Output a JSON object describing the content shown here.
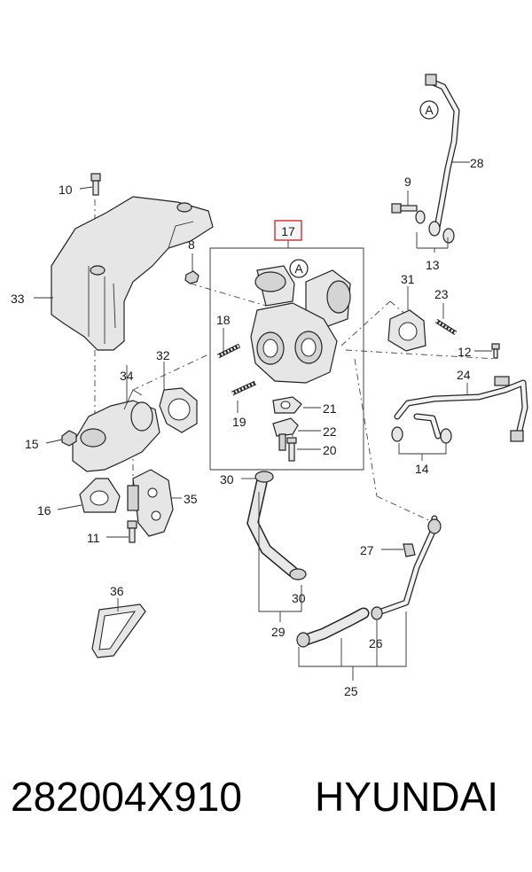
{
  "callouts": {
    "c8": "8",
    "c9": "9",
    "c10": "10",
    "c11": "11",
    "c12": "12",
    "c13": "13",
    "c14": "14",
    "c15": "15",
    "c16": "16",
    "c17": "17",
    "c18": "18",
    "c19": "19",
    "c20": "20",
    "c21": "21",
    "c22": "22",
    "c23": "23",
    "c24": "24",
    "c25": "25",
    "c26": "26",
    "c27": "27",
    "c28": "28",
    "c29": "29",
    "c30a": "30",
    "c30b": "30",
    "c31": "31",
    "c32": "32",
    "c33": "33",
    "c34": "34",
    "c35": "35",
    "c36": "36"
  },
  "markers": {
    "a_top": "A",
    "a_turbo": "A"
  },
  "highlight_color": "#d63a3a",
  "footer": {
    "part_number": "282004X910",
    "brand": "HYUNDAI"
  }
}
